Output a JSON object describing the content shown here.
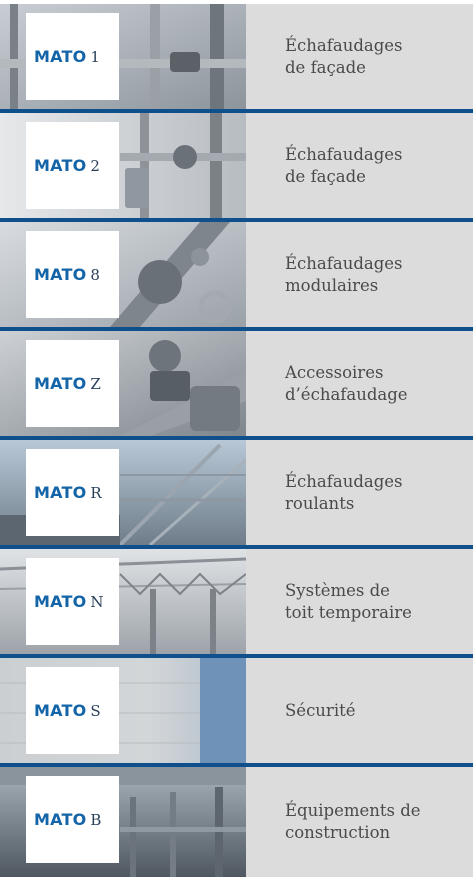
{
  "brand": "MATO",
  "items": [
    {
      "code": "1",
      "title": "Échafaudages\nde façade",
      "icon": "facade-scaffold-photo-icon"
    },
    {
      "code": "2",
      "title": "Échafaudages\nde façade",
      "icon": "facade-scaffold-clamp-photo-icon"
    },
    {
      "code": "8",
      "title": "Échafaudages\nmodulaires",
      "icon": "modular-scaffold-photo-icon"
    },
    {
      "code": "Z",
      "title": "Accessoires\nd’échafaudage",
      "icon": "scaffold-coupler-photo-icon"
    },
    {
      "code": "R",
      "title": "Échafaudages\nroulants",
      "icon": "mobile-scaffold-photo-icon"
    },
    {
      "code": "N",
      "title": "Systèmes de\ntoit temporaire",
      "icon": "temporary-roof-photo-icon"
    },
    {
      "code": "S",
      "title": "Sécurité",
      "icon": "safety-net-photo-icon"
    },
    {
      "code": "B",
      "title": "Équipements de\nconstruction",
      "icon": "construction-equipment-photo-icon"
    }
  ]
}
